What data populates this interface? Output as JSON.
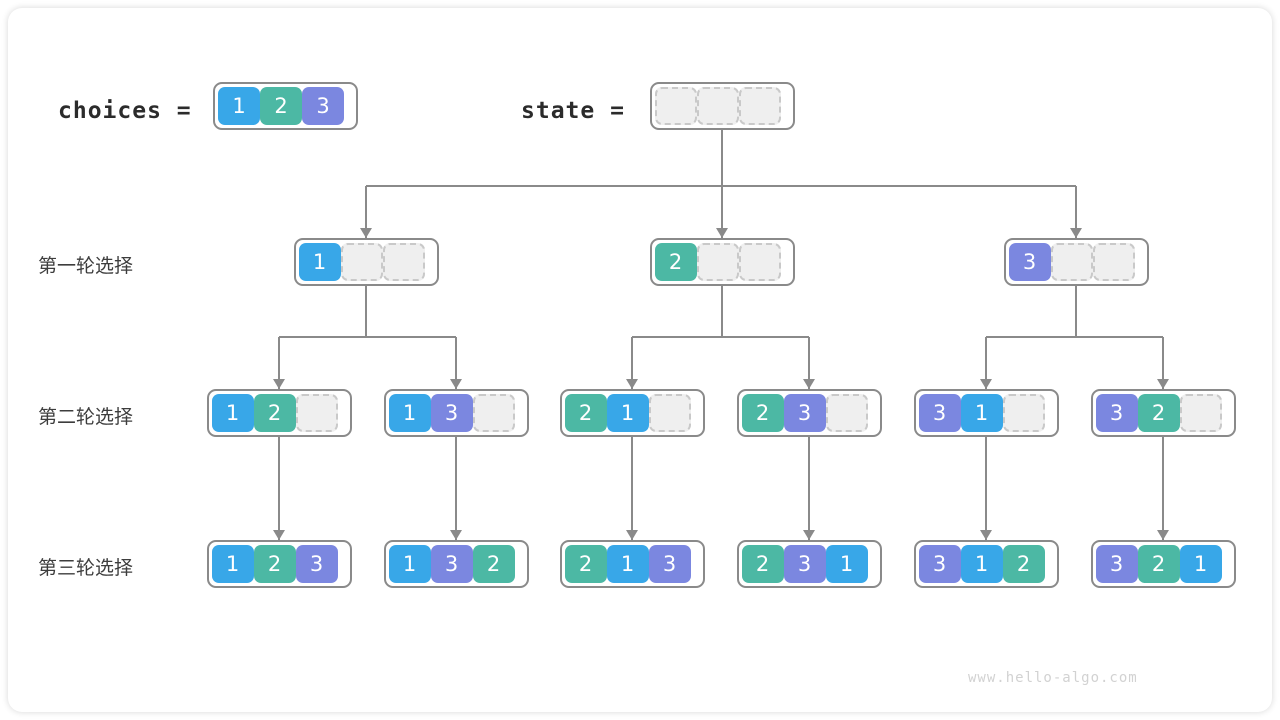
{
  "page": {
    "watermark": "www.hello-algo.com",
    "background": "#ffffff",
    "card_background": "#ffffff"
  },
  "palette": {
    "blue": "#38a7e8",
    "teal": "#4cb8a4",
    "purple": "#7b87e0",
    "empty_fill": "#efefef",
    "empty_border": "#c9c9c9",
    "box_border": "#8a8a8a",
    "line": "#8a8a8a"
  },
  "header": {
    "choices_label": "choices =",
    "choices_values": [
      "1",
      "2",
      "3"
    ],
    "state_label": "state =",
    "state_values": [
      "",
      "",
      ""
    ]
  },
  "rows": [
    {
      "label": "第一轮选择",
      "nodes": [
        {
          "values": [
            "1",
            "",
            ""
          ]
        },
        {
          "values": [
            "2",
            "",
            ""
          ]
        },
        {
          "values": [
            "3",
            "",
            ""
          ]
        }
      ]
    },
    {
      "label": "第二轮选择",
      "nodes": [
        {
          "values": [
            "1",
            "2",
            ""
          ]
        },
        {
          "values": [
            "1",
            "3",
            ""
          ]
        },
        {
          "values": [
            "2",
            "1",
            ""
          ]
        },
        {
          "values": [
            "2",
            "3",
            ""
          ]
        },
        {
          "values": [
            "3",
            "1",
            ""
          ]
        },
        {
          "values": [
            "3",
            "2",
            ""
          ]
        }
      ]
    },
    {
      "label": "第三轮选择",
      "nodes": [
        {
          "values": [
            "1",
            "2",
            "3"
          ]
        },
        {
          "values": [
            "1",
            "3",
            "2"
          ]
        },
        {
          "values": [
            "2",
            "1",
            "3"
          ]
        },
        {
          "values": [
            "2",
            "3",
            "1"
          ]
        },
        {
          "values": [
            "3",
            "1",
            "2"
          ]
        },
        {
          "values": [
            "3",
            "2",
            "1"
          ]
        }
      ]
    }
  ],
  "diagram": {
    "title_semantics": "permutation-backtracking-decision-tree"
  }
}
